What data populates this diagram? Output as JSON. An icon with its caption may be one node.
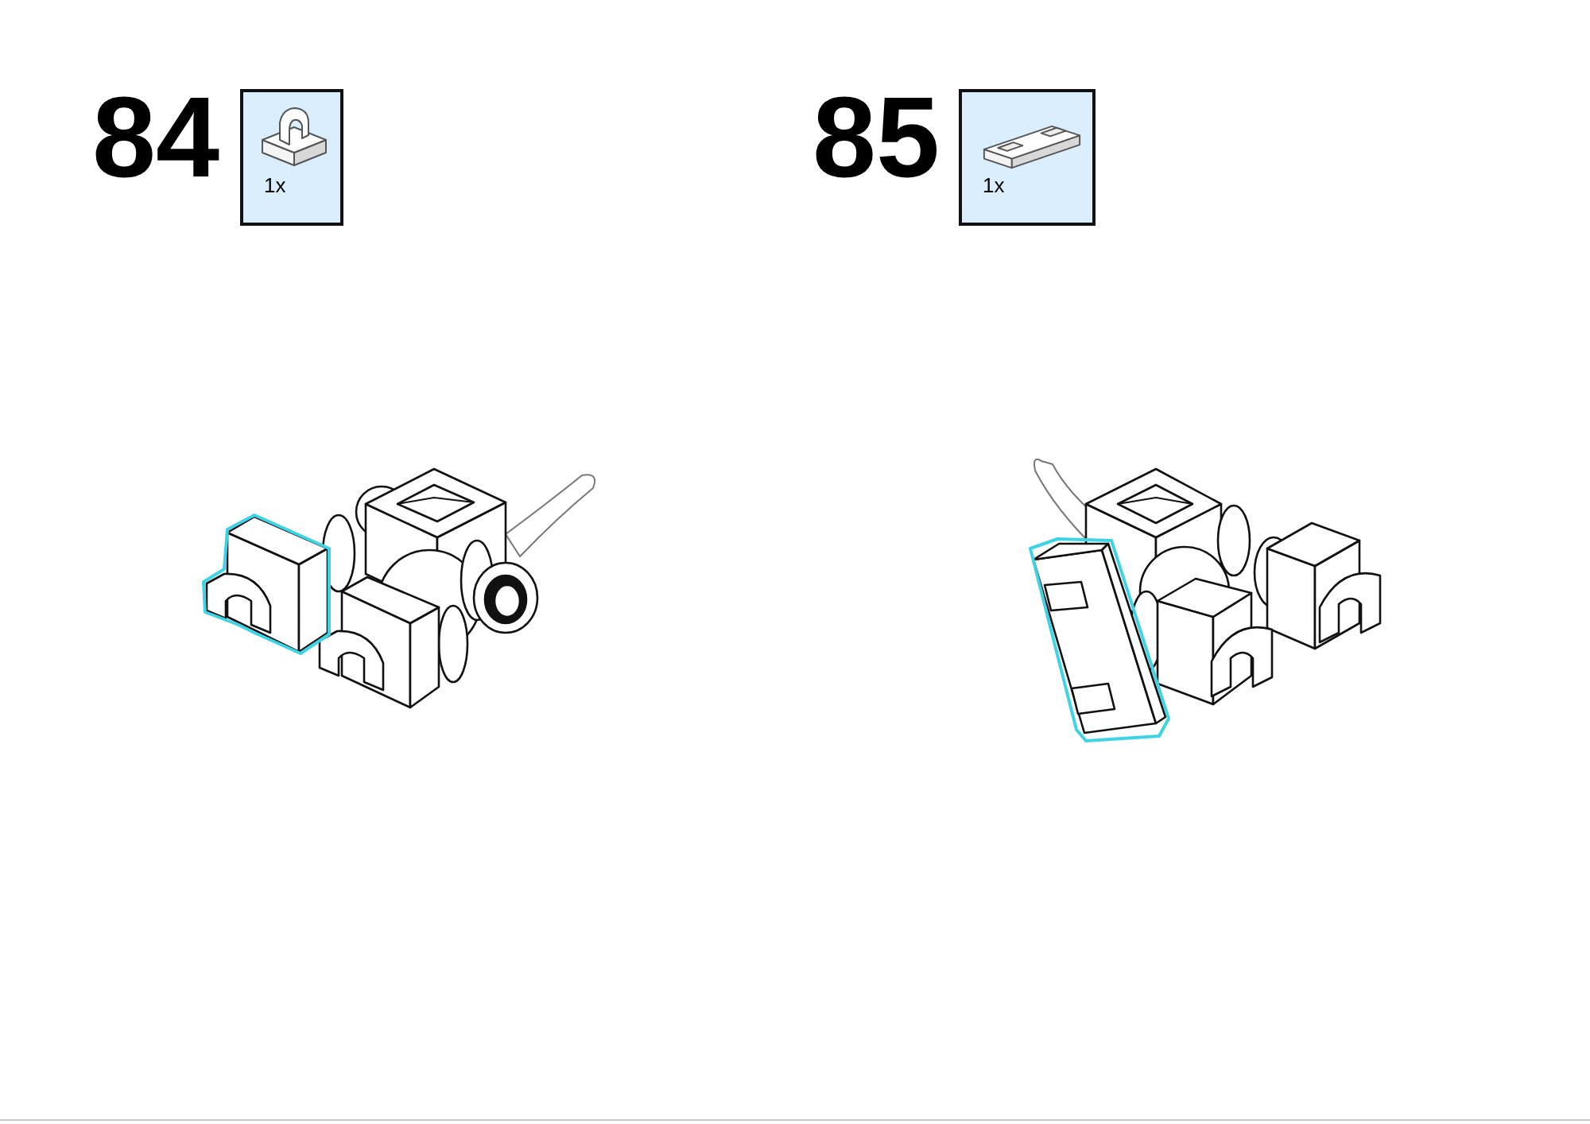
{
  "diagram": {
    "nodes": [
      {
        "text": [
          "1x"
        ]
      },
      {
        "text": [
          "1x"
        ]
      }
    ],
    "labels": [
      "84",
      "85"
    ]
  }
}
